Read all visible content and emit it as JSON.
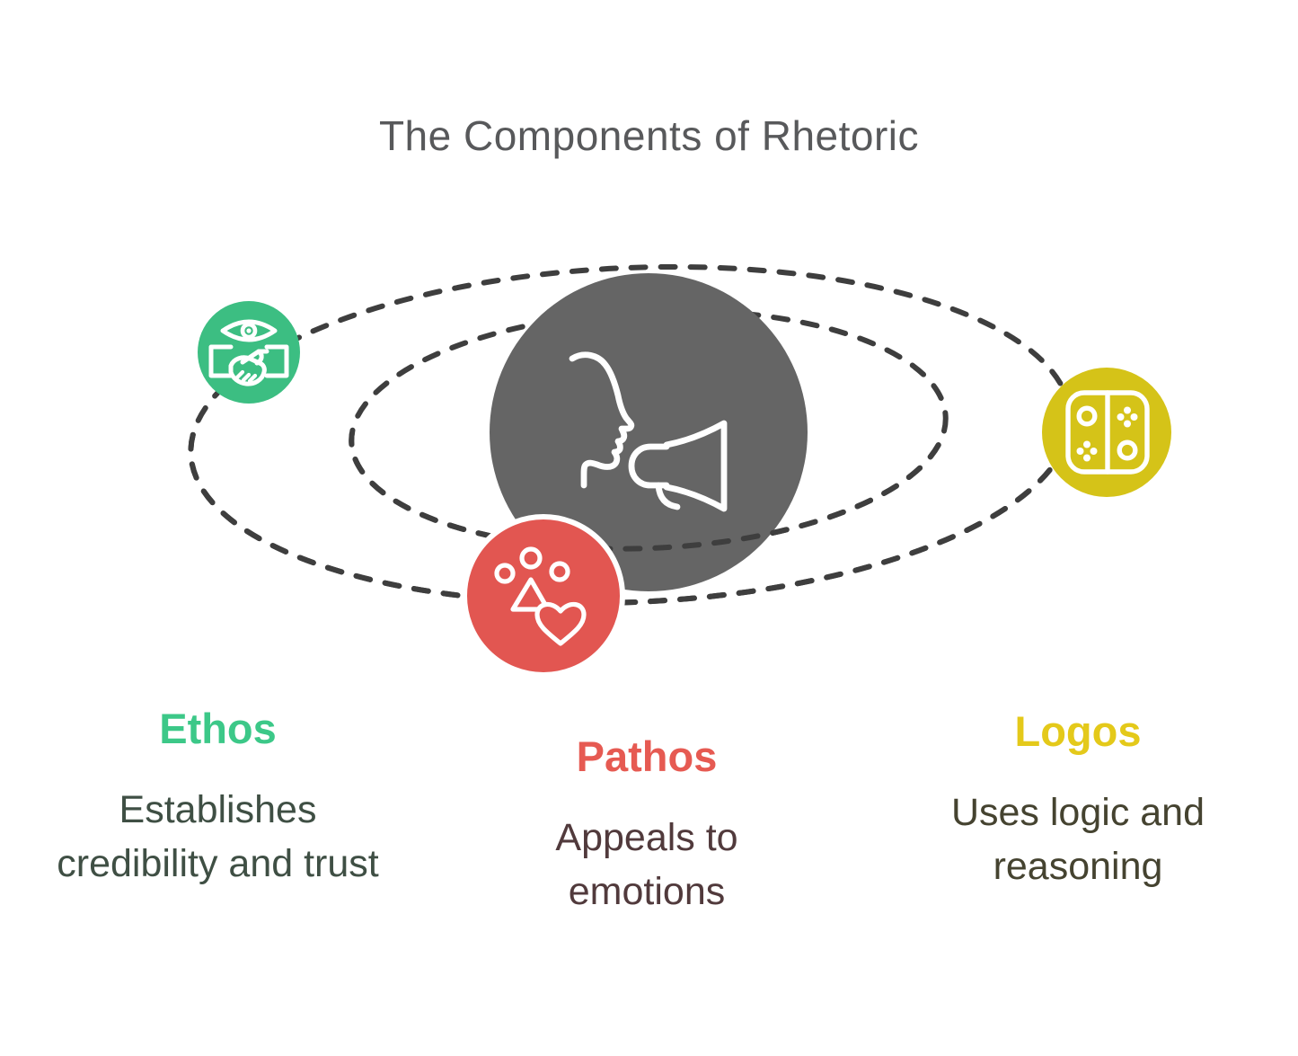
{
  "title": {
    "text": "The Components of Rhetoric",
    "color": "#58595B"
  },
  "center": {
    "icon": "face-megaphone-icon",
    "circle_color": "#656565",
    "icon_color": "#FFFFFF"
  },
  "orbits": {
    "stroke_color": "#3E3E3E",
    "count": 2
  },
  "components": [
    {
      "id": "ethos",
      "label": "Ethos",
      "description": "Establishes credibility and trust",
      "circle_color": "#3CBE82",
      "label_color": "#3CC888",
      "description_color": "#3F4F44",
      "icon": "eye-handshake-icon"
    },
    {
      "id": "pathos",
      "label": "Pathos",
      "description": "Appeals to emotions",
      "circle_color": "#E25651",
      "label_color": "#E65A52",
      "description_color": "#513A3C",
      "icon": "paw-heart-icon"
    },
    {
      "id": "logos",
      "label": "Logos",
      "description": "Uses logic and reasoning",
      "circle_color": "#D5C318",
      "label_color": "#E4C91A",
      "description_color": "#454330",
      "icon": "logic-controller-icon"
    }
  ]
}
